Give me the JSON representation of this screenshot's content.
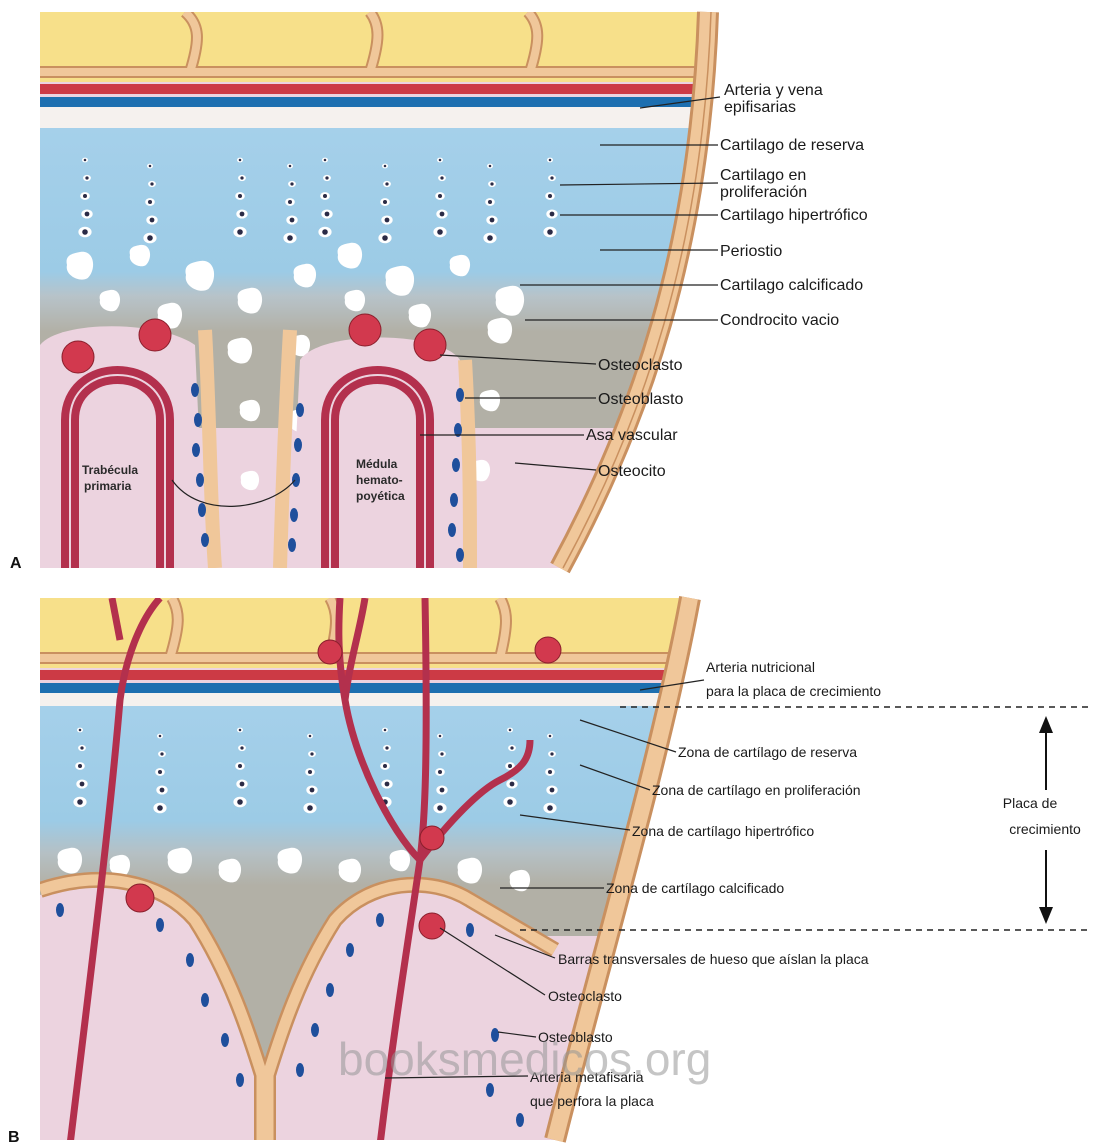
{
  "panel_a": {
    "letter": "A",
    "labels": {
      "arteria_vena_1": "Arteria y vena",
      "arteria_vena_2": "epifisarias",
      "cartilago_reserva": "Cartilago de reserva",
      "cartilago_prolif_1": "Cartilago en",
      "cartilago_prolif_2": "proliferación",
      "cartilago_hipertrofico": "Cartilago hipertrófico",
      "periostio": "Periostio",
      "cartilago_calcificado": "Cartilago calcificado",
      "condrocito_vacio": "Condrocito vacio",
      "osteoclasto": "Osteoclasto",
      "osteoblasto": "Osteoblasto",
      "asa_vascular": "Asa vascular",
      "osteocito": "Osteocito"
    },
    "inner_labels": {
      "trabecula_1": "Trabécula",
      "trabecula_2": "primaria",
      "medula_1": "Médula",
      "medula_2": "hemato-",
      "medula_3": "poyética"
    }
  },
  "panel_b": {
    "letter": "B",
    "labels": {
      "arteria_nutricional_1": "Arteria nutricional",
      "arteria_nutricional_2": "para la placa de crecimiento",
      "zona_reserva": "Zona de cartílago de reserva",
      "zona_proliferacion": "Zona de cartílago en proliferación",
      "zona_hipertrofico": "Zona de cartílago hipertrófico",
      "zona_calcificado": "Zona de cartílago calcificado",
      "barras": "Barras transversales de hueso que aíslan la placa",
      "osteoclasto": "Osteoclasto",
      "osteoblasto": "Osteoblasto",
      "arteria_metafisaria_1": "Arteria metafisaria",
      "arteria_metafisaria_2": "que perfora la placa",
      "placa_1": "Placa de",
      "placa_2": "crecimiento"
    }
  },
  "watermark": "booksmedicos.org",
  "colors": {
    "yellow": "#f7e08a",
    "bone": "#f0c79a",
    "bone_edge": "#c9905f",
    "artery": "#cc3a45",
    "vein": "#1d6fb0",
    "cartilage": "#9ccbe6",
    "calcified": "#b3b1a6",
    "marrow": "#ead3e0",
    "loop": "#b3304d",
    "osteoclast": "#d2394e",
    "osteoblast": "#1f4f9c"
  }
}
